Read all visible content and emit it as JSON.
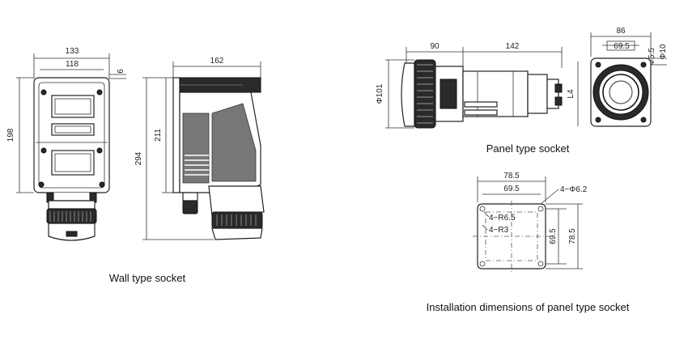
{
  "captions": {
    "wall": "Wall type socket",
    "panel": "Panel type socket",
    "install": "Installation dimensions of panel type socket"
  },
  "wall_dims": {
    "w133": "133",
    "w118": "118",
    "w6": "6",
    "h198": "198",
    "h211": "211",
    "h294": "294",
    "d162": "162"
  },
  "panel_dims": {
    "d90": "90",
    "d142": "142",
    "phi101": "Φ101",
    "w86": "86",
    "w69_5": "69.5",
    "phi5_5": "Φ5.5",
    "phi10": "Φ10",
    "l4": "L4"
  },
  "install_dims": {
    "w78_5": "78.5",
    "w69_5": "69.5",
    "holes": "4−Φ6.2",
    "r6_5": "4−R6.5",
    "r3": "4−R3",
    "h69_5": "69.5",
    "h78_5": "78.5"
  }
}
